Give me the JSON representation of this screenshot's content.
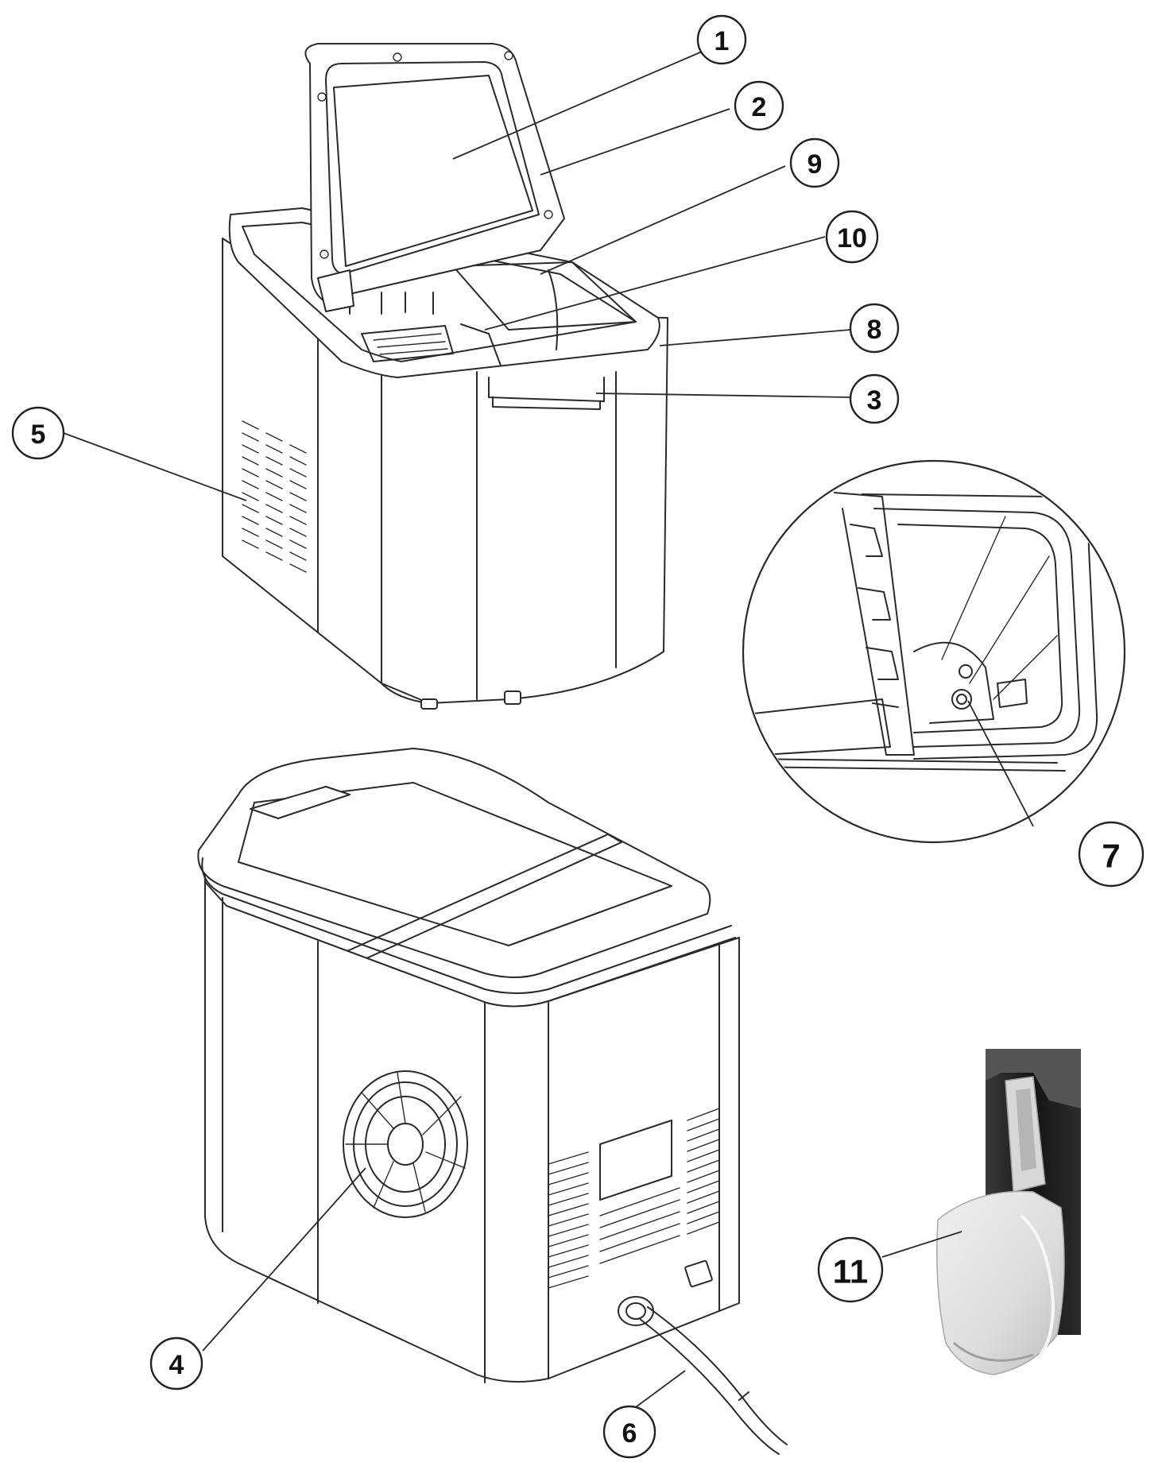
{
  "callouts": [
    {
      "id": "1",
      "label": "1"
    },
    {
      "id": "2",
      "label": "2"
    },
    {
      "id": "3",
      "label": "3"
    },
    {
      "id": "4",
      "label": "4"
    },
    {
      "id": "5",
      "label": "5"
    },
    {
      "id": "6",
      "label": "6"
    },
    {
      "id": "7",
      "label": "7"
    },
    {
      "id": "8",
      "label": "8"
    },
    {
      "id": "9",
      "label": "9"
    },
    {
      "id": "10",
      "label": "10"
    },
    {
      "id": "11",
      "label": "11"
    }
  ],
  "colors": {
    "line": "#2a2a2a",
    "background": "#ffffff",
    "scoop": "#e6e6e6",
    "dark_backdrop": "#1e1e1e"
  },
  "icons": [
    "ice-maker-front-open-lid",
    "ice-maker-rear",
    "detail-magnifier",
    "ice-scoop-photo"
  ]
}
